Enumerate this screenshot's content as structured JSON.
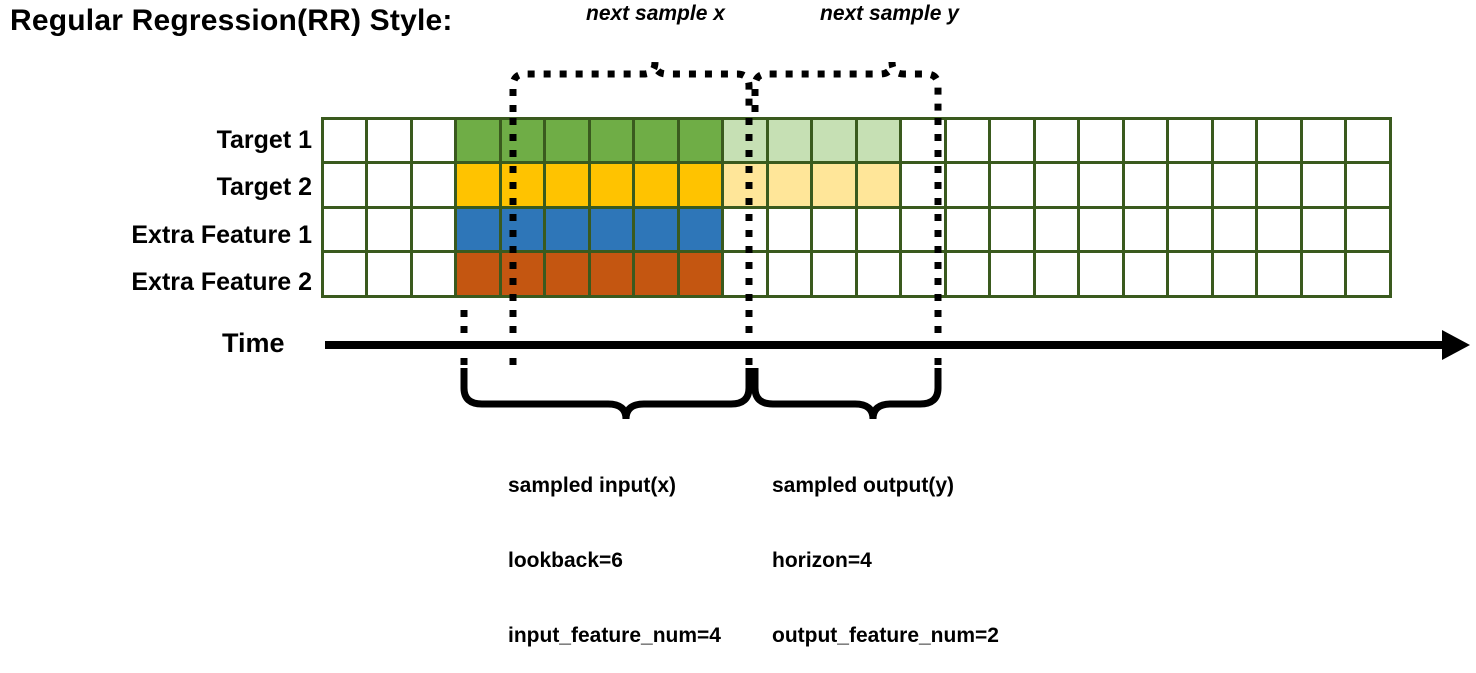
{
  "title": "Regular Regression(RR) Style:",
  "annotations": {
    "next_sample_x": "next sample x",
    "next_sample_y": "next sample y"
  },
  "rows": [
    {
      "label": "Target 1",
      "color": "#6FAD46",
      "light_color": "#C6E0B4",
      "has_output": true
    },
    {
      "label": "Target 2",
      "color": "#FFC300",
      "light_color": "#FFE699",
      "has_output": true
    },
    {
      "label": "Extra Feature 1",
      "color": "#2E76B8",
      "light_color": "#FFFFFF",
      "has_output": false
    },
    {
      "label": "Extra Feature 2",
      "color": "#C45611",
      "light_color": "#FFFFFF",
      "has_output": false
    }
  ],
  "grid": {
    "total_columns": 24,
    "leading_empty_columns": 3,
    "input_columns": 6,
    "output_columns": 4,
    "trailing_empty_columns": 11,
    "border_color": "#3A5A1E",
    "empty_color": "#FFFFFF"
  },
  "axis": {
    "label": "Time"
  },
  "captions": {
    "input": {
      "line1": "sampled input(x)",
      "line2": "lookback=6",
      "line3": "input_feature_num=4"
    },
    "output": {
      "line1": "sampled output(y)",
      "line2": "horizon=4",
      "line3": "output_feature_num=2"
    }
  }
}
